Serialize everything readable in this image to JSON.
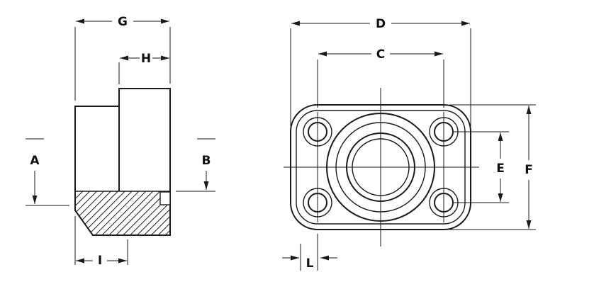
{
  "labels": {
    "A": "A",
    "B": "B",
    "C": "C",
    "D": "D",
    "E": "E",
    "F": "F",
    "G": "G",
    "H": "H",
    "I": "I",
    "L": "L"
  },
  "side_view": {
    "dimension_labels": [
      "G",
      "H",
      "A",
      "B",
      "I"
    ]
  },
  "front_view": {
    "dimension_labels": [
      "D",
      "C",
      "E",
      "F",
      "L"
    ]
  },
  "colors": {
    "line": "#1a1a1a",
    "background": "#ffffff"
  }
}
